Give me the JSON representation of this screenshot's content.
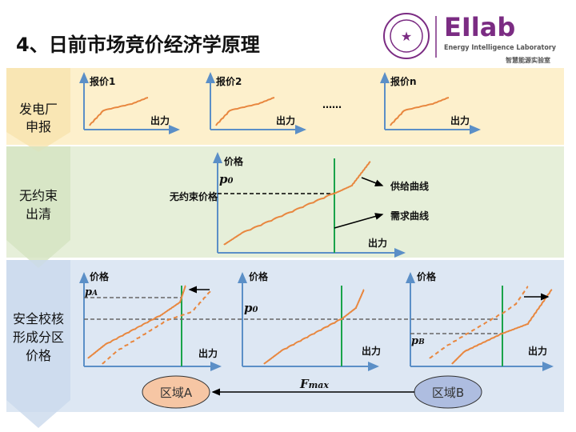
{
  "title": "4、日前市场竞价经济学原理",
  "logo": {
    "brand": "EIlab",
    "subtitle": "Energy Intelligence Laboratory",
    "cn": "智慧能源实验室"
  },
  "rows": [
    {
      "label_lines": [
        "发电厂",
        "申报"
      ]
    },
    {
      "label_lines": [
        "无约束",
        "出清"
      ]
    },
    {
      "label_lines": [
        "安全校核",
        "形成分区",
        "价格"
      ]
    }
  ],
  "bids": {
    "labels": [
      "报价1",
      "报价2",
      "报价n"
    ],
    "x_label": "出力",
    "ellipsis": "……"
  },
  "clearing": {
    "y_label": "价格",
    "p0": "p",
    "p0_sub": "0",
    "price_label": "无约束价格",
    "supply": "供给曲线",
    "demand": "需求曲线",
    "x_label": "出力"
  },
  "zonal": {
    "y_label": "价格",
    "x_label": "出力",
    "pA": "p",
    "pA_sub": "A",
    "p0": "p",
    "p0_sub": "0",
    "pB": "p",
    "pB_sub": "B",
    "zoneA": "区域A",
    "zoneB": "区域B",
    "fmax": "F",
    "fmax_sub": "max"
  },
  "colors": {
    "supply": "#e8873f",
    "axis": "#5b8fc7",
    "demand": "#1aa34a",
    "brand": "#7b2c83"
  }
}
